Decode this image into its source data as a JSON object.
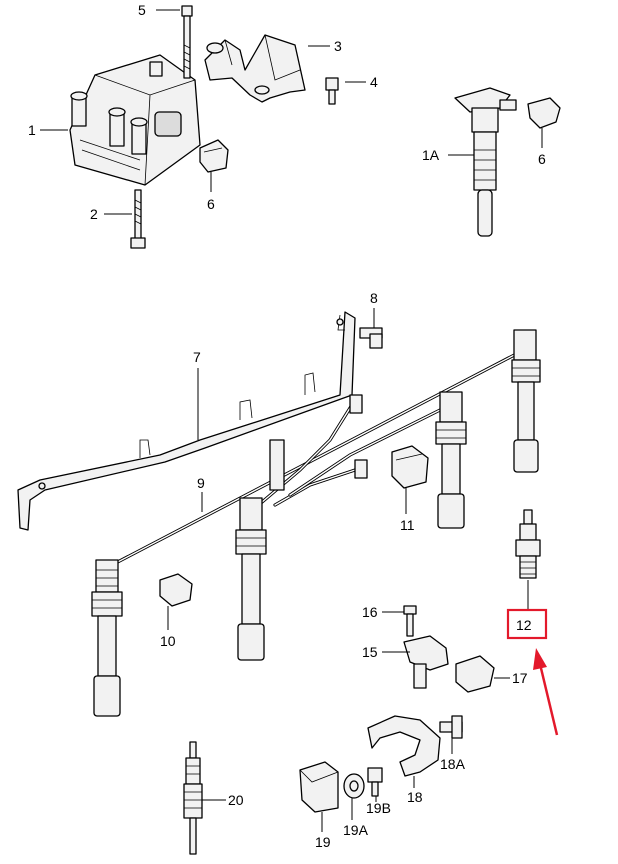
{
  "diagram": {
    "labels": {
      "l5": "5",
      "l3": "3",
      "l4": "4",
      "l1": "1",
      "l6a": "6",
      "l2": "2",
      "l1a": "1A",
      "l6b": "6",
      "l8": "8",
      "l7": "7",
      "l9": "9",
      "l11": "11",
      "l10": "10",
      "l12": "12",
      "l16": "16",
      "l15": "15",
      "l17": "17",
      "l18a": "18A",
      "l20": "20",
      "l19b": "19B",
      "l18": "18",
      "l19": "19",
      "l19a": "19A"
    },
    "highlight": {
      "label": "12",
      "color": "#e3192b"
    },
    "arrow_color": "#e3192b"
  }
}
